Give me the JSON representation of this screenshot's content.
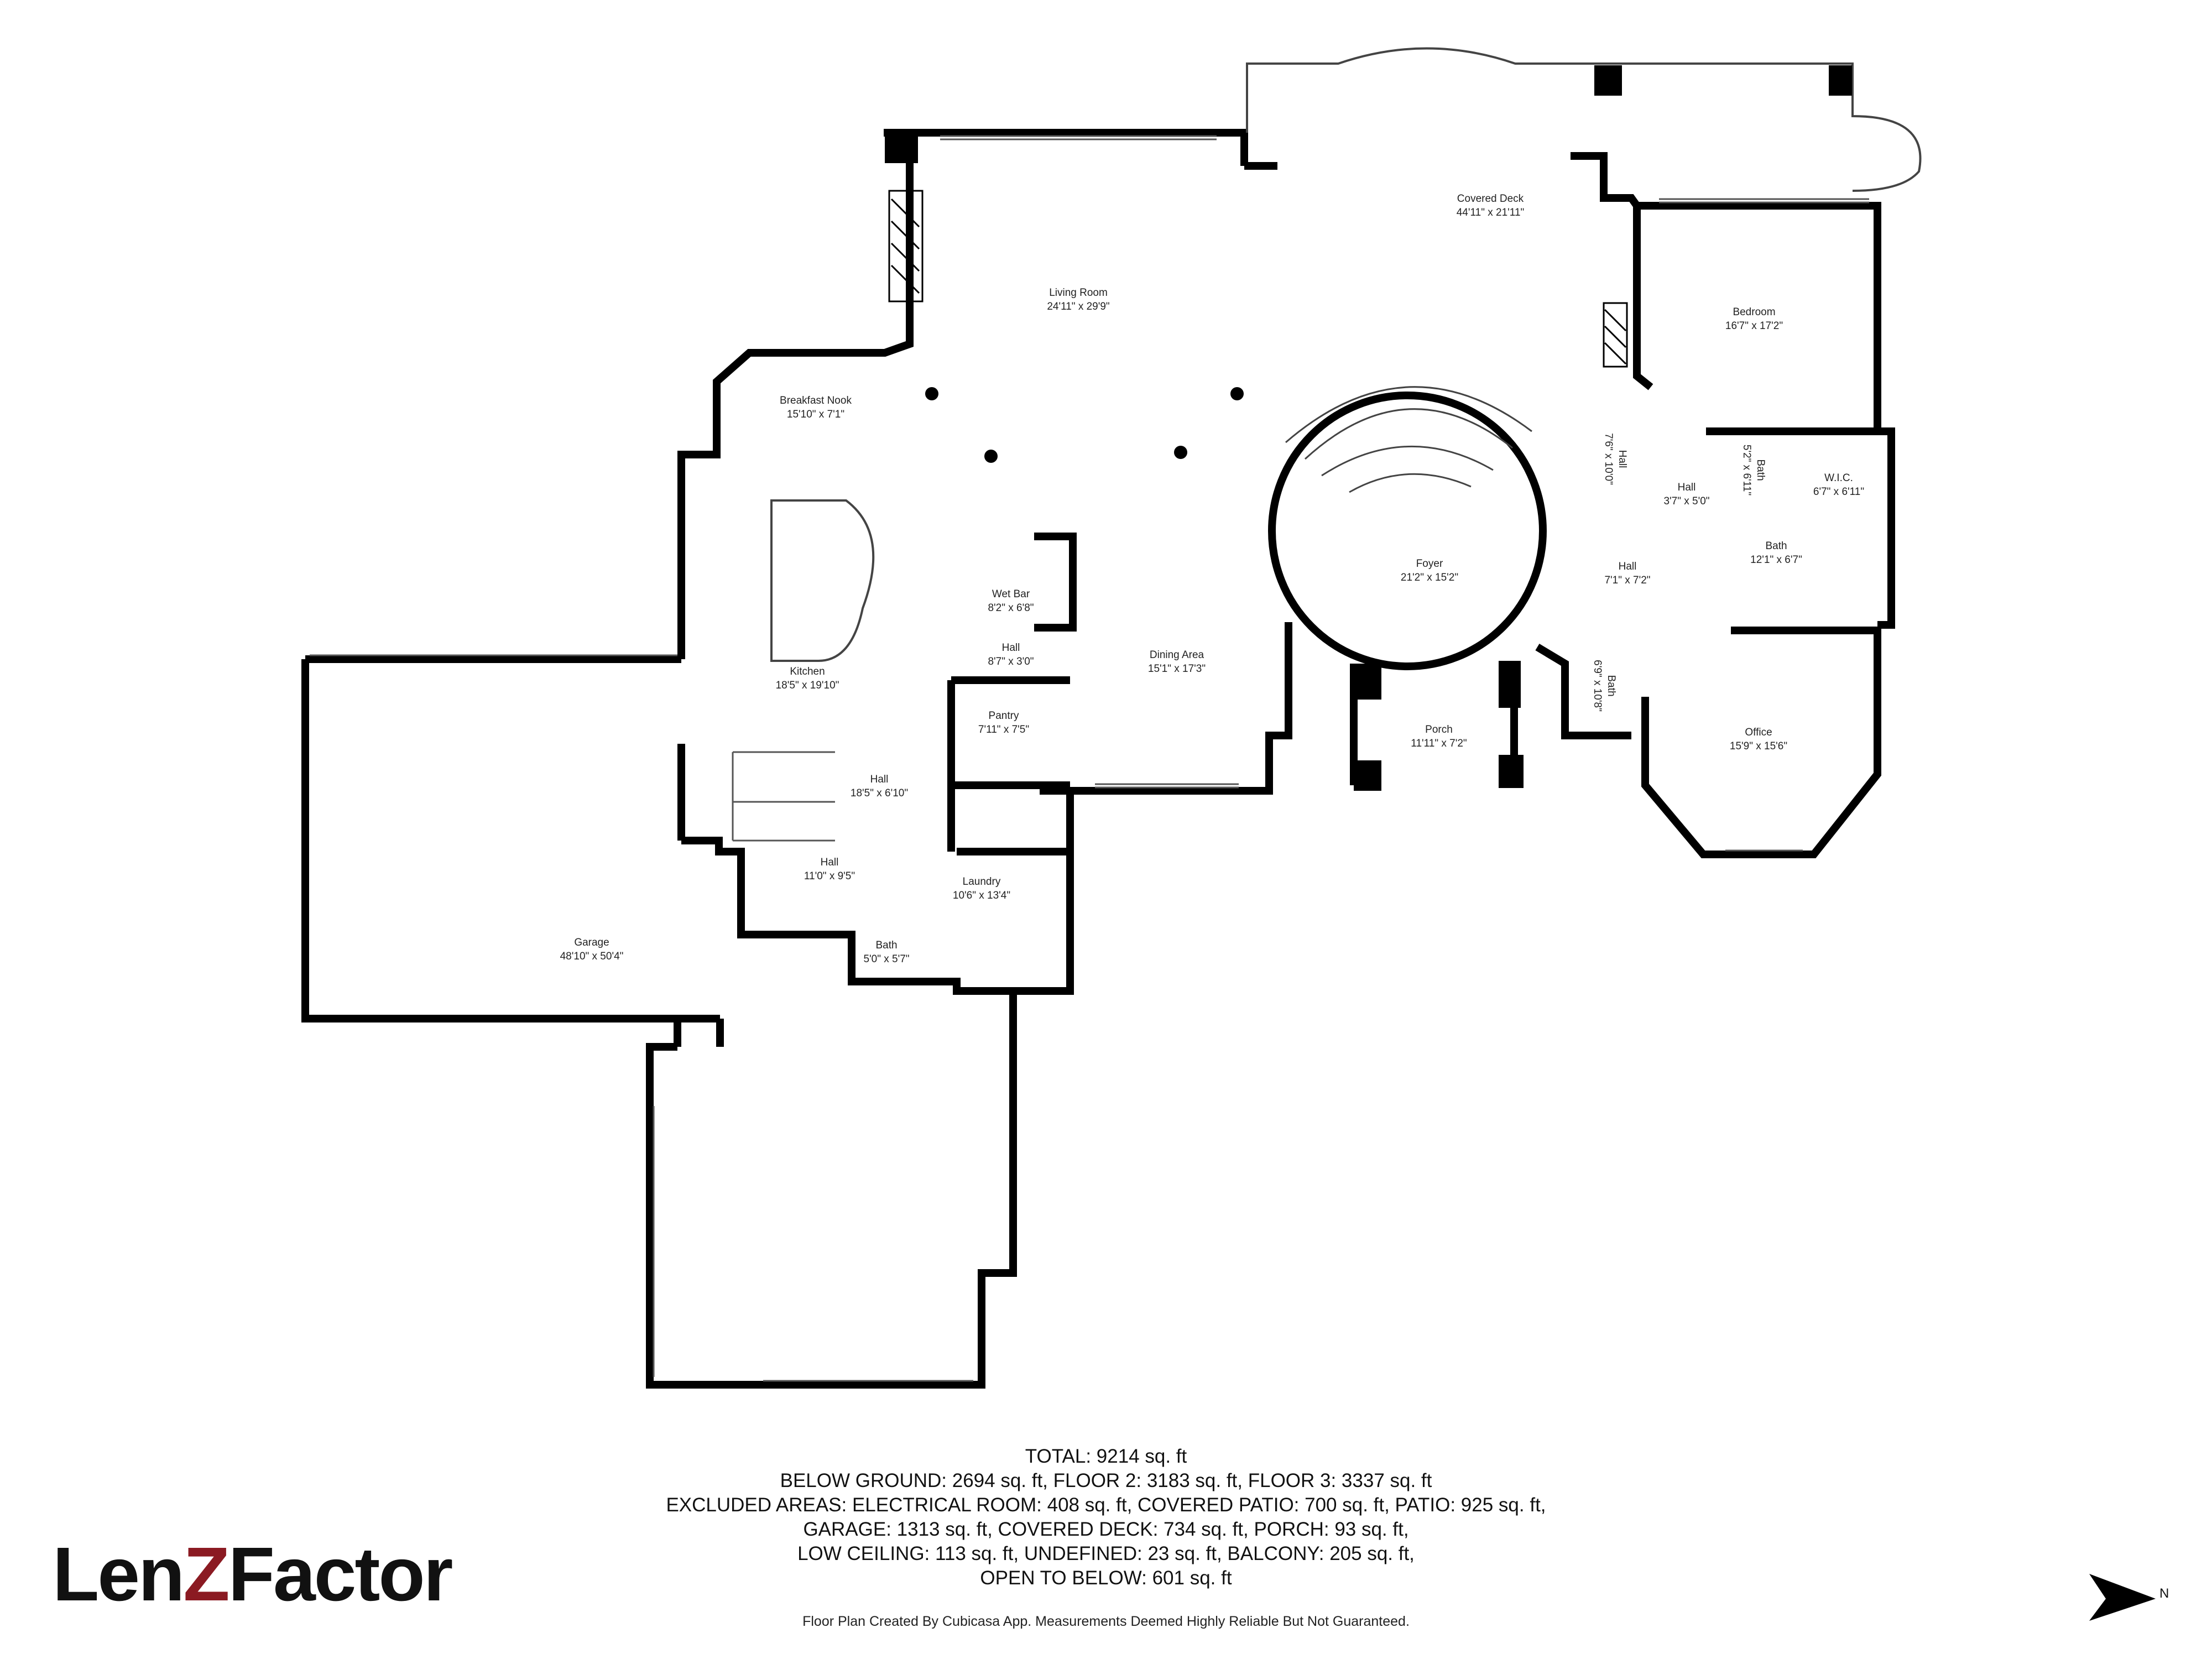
{
  "rooms": [
    {
      "id": "living-room",
      "name": "Living Room",
      "dims": "24'11\" x 29'9\""
    },
    {
      "id": "covered-deck",
      "name": "Covered Deck",
      "dims": "44'11\" x 21'11\""
    },
    {
      "id": "bedroom",
      "name": "Bedroom",
      "dims": "16'7\" x 17'2\""
    },
    {
      "id": "breakfast-nook",
      "name": "Breakfast Nook",
      "dims": "15'10\" x 7'1\""
    },
    {
      "id": "hall-7x10",
      "name": "Hall",
      "dims": "7'6\" x 10'0\""
    },
    {
      "id": "bath-5x6",
      "name": "Bath",
      "dims": "5'2\" x 6'11\""
    },
    {
      "id": "wic",
      "name": "W.I.C.",
      "dims": "6'7\" x 6'11\""
    },
    {
      "id": "hall-3x5",
      "name": "Hall",
      "dims": "3'7\" x 5'0\""
    },
    {
      "id": "foyer",
      "name": "Foyer",
      "dims": "21'2\" x 15'2\""
    },
    {
      "id": "bath-12x6",
      "name": "Bath",
      "dims": "12'1\" x 6'7\""
    },
    {
      "id": "hall-7x7",
      "name": "Hall",
      "dims": "7'1\" x 7'2\""
    },
    {
      "id": "wet-bar",
      "name": "Wet Bar",
      "dims": "8'2\" x 6'8\""
    },
    {
      "id": "hall-8x3",
      "name": "Hall",
      "dims": "8'7\" x 3'0\""
    },
    {
      "id": "dining-area",
      "name": "Dining Area",
      "dims": "15'1\" x 17'3\""
    },
    {
      "id": "kitchen",
      "name": "Kitchen",
      "dims": "18'5\" x 19'10\""
    },
    {
      "id": "bath-6x10",
      "name": "Bath",
      "dims": "6'9\" x 10'8\""
    },
    {
      "id": "pantry",
      "name": "Pantry",
      "dims": "7'11\" x 7'5\""
    },
    {
      "id": "porch",
      "name": "Porch",
      "dims": "11'11\" x 7'2\""
    },
    {
      "id": "office",
      "name": "Office",
      "dims": "15'9\" x 15'6\""
    },
    {
      "id": "hall-18x6",
      "name": "Hall",
      "dims": "18'5\" x 6'10\""
    },
    {
      "id": "hall-11x9",
      "name": "Hall",
      "dims": "11'0\" x 9'5\""
    },
    {
      "id": "laundry",
      "name": "Laundry",
      "dims": "10'6\" x 13'4\""
    },
    {
      "id": "garage",
      "name": "Garage",
      "dims": "48'10\" x 50'4\""
    },
    {
      "id": "bath-5x5",
      "name": "Bath",
      "dims": "5'0\" x 5'7\""
    }
  ],
  "summary": {
    "lines": [
      "TOTAL: 9214 sq. ft",
      "BELOW GROUND: 2694 sq. ft, FLOOR 2: 3183 sq. ft, FLOOR 3: 3337 sq. ft",
      "EXCLUDED AREAS: ELECTRICAL ROOM: 408 sq. ft, COVERED PATIO: 700 sq. ft, PATIO: 925 sq. ft,",
      "GARAGE: 1313 sq. ft, COVERED DECK: 734 sq. ft, PORCH: 93 sq. ft,",
      "LOW CEILING: 113 sq. ft, UNDEFINED: 23 sq. ft, BALCONY: 205 sq. ft,",
      "OPEN TO BELOW: 601 sq. ft"
    ]
  },
  "disclaimer": "Floor Plan Created By Cubicasa App. Measurements Deemed Highly Reliable But Not Guaranteed.",
  "logo": {
    "part1": "Len",
    "part2": "Z",
    "part3": "Factor"
  },
  "compass": {
    "label": "N",
    "icon": "north-arrow-icon"
  },
  "colors": {
    "wall": "#000000",
    "logo_accent": "#8b1a22",
    "background": "#ffffff"
  }
}
